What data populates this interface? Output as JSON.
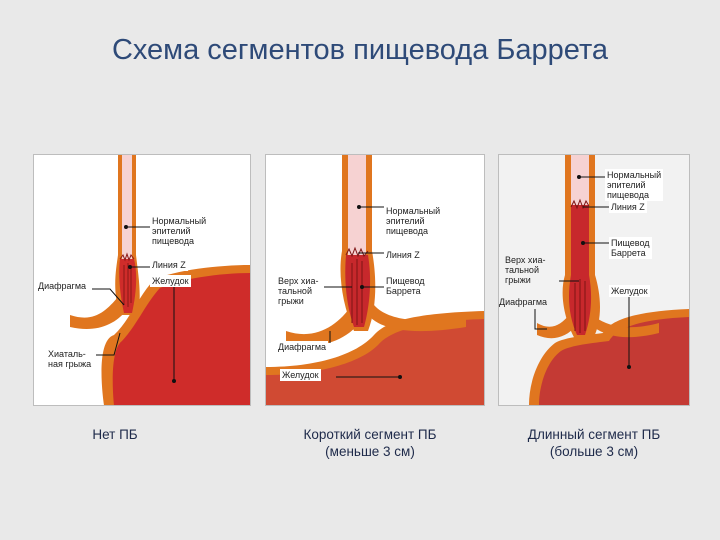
{
  "title": "Схема сегментов пищевода Баррета",
  "colors": {
    "wall": "#e0761f",
    "normal_epithelium": "#f6d2d2",
    "stomach": "#cf2c2a",
    "barrett": "#c7282c",
    "lumen": "#ffffff",
    "title": "#2e4a78"
  },
  "panel1": {
    "labels": {
      "normal": "Нормальный\nэпителий\nпищевода",
      "zline": "Линия Z",
      "stomach": "Желудок",
      "diaphragm": "Диафрагма",
      "hiatal": "Хиаталь-\nная грыжа"
    },
    "caption": "Нет ПБ"
  },
  "panel2": {
    "labels": {
      "normal": "Нормальный\nэпителий\nпищевода",
      "zline": "Линия Z",
      "hiatal_top": "Верх хиа-\nтальной\nгрыжи",
      "barrett": "Пищевод\nБаррета",
      "diaphragm": "Диафрагма",
      "stomach": "Желудок"
    },
    "caption": "Короткий сегмент ПБ\n(меньше 3 см)"
  },
  "panel3": {
    "labels": {
      "normal": "Нормальный\nэпителий\nпищевода",
      "zline": "Линия Z",
      "barrett": "Пищевод\nБаррета",
      "hiatal_top": "Верх хиа-\nтальной\nгрыжи",
      "stomach": "Желудок",
      "diaphragm": "Диафрагма"
    },
    "caption": "Длинный сегмент ПБ\n(больше 3 см)"
  }
}
